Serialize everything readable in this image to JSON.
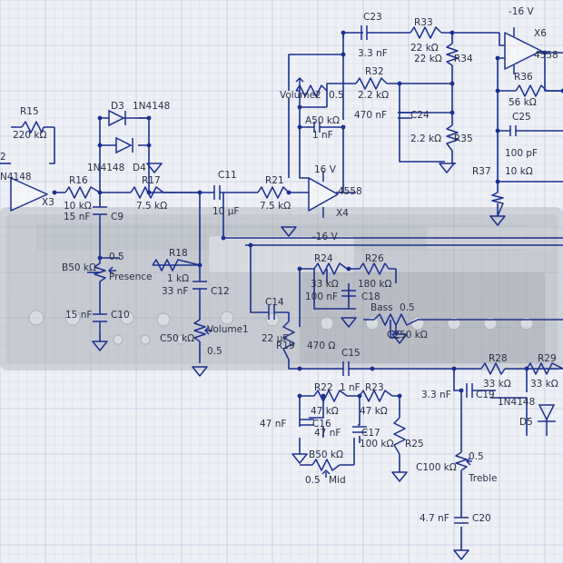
{
  "schematic": {
    "labels": {
      "C23": "C23",
      "R33": "R33",
      "V16top": "-16 V",
      "X6": "X6",
      "nf33a": "3.3 nF",
      "k22a": "22 kΩ",
      "k22b": "22 kΩ",
      "R34": "R34",
      "n4558a": "4558",
      "R32": "R32",
      "R36": "R36",
      "Volume2": "Volume2",
      "v05a": "0.5",
      "k22c": "2.2 kΩ",
      "k56": "56 kΩ",
      "R15": "R15",
      "D3": "D3",
      "diode1": "1N4148",
      "A50": "A50 kΩ",
      "nf470": "470 nF",
      "C24": "C24",
      "C25": "C25",
      "k220": "220 kΩ",
      "nf1a": "1 nF",
      "k22d": "2.2 kΩ",
      "R35": "R35",
      "pf100": "100 pF",
      "n2": "2",
      "diode2": "1N4148",
      "D4": "D4",
      "v16b": "16 V",
      "R37": "R37",
      "k10a": "10 kΩ",
      "n4148frag": "N4148",
      "R16": "R16",
      "R17": "R17",
      "C11": "C11",
      "R21": "R21",
      "n4558b": "4558",
      "X3": "X3",
      "k10b": "10 kΩ",
      "k75a": "7.5 kΩ",
      "k75b": "7.5 kΩ",
      "uf10": "10 µF",
      "X4": "X4",
      "nf15a": "15 nF",
      "C9": "C9",
      "V16c": "-16 V",
      "v05b": "0.5",
      "B50": "B50 kΩ",
      "R18": "R18",
      "R24": "R24",
      "R26": "R26",
      "presence": "Presence",
      "k1": "1 kΩ",
      "k33a": "33 kΩ",
      "k180": "180 kΩ",
      "nf33b": "33 nF",
      "C12": "C12",
      "nf100": "100 nF",
      "C18": "C18",
      "C14": "C14",
      "bass": "Bass",
      "v05c": "0.5",
      "nf15b": "15 nF",
      "C10": "C10",
      "volume1": "Volume1",
      "C50": "C50 kΩ",
      "C250": "C250 kΩ",
      "uf22": "22 µF",
      "R19": "R19",
      "r470": "470 Ω",
      "v05d": "0.5",
      "C15": "C15",
      "R28": "R28",
      "R29": "R29",
      "R22": "R22",
      "nf1b": "1 nF",
      "R23": "R23",
      "k33b": "33 kΩ",
      "k33c": "33 kΩ",
      "nf33c": "3.3 nF",
      "C19": "C19",
      "k47a": "47 kΩ",
      "k47b": "47 kΩ",
      "diode3": "1N4148",
      "nf47a": "47 nF",
      "C16": "C16",
      "nf47b": "47 nF",
      "C17": "C17",
      "D5": "D5",
      "k100": "100 kΩ",
      "R25": "R25",
      "B50b": "B50 kΩ",
      "v05e": "0.5",
      "C100": "C100 kΩ",
      "v05f": "0.5",
      "mid": "Mid",
      "treble": "Treble",
      "nf47c": "4.7 nF",
      "C20": "C20"
    }
  }
}
